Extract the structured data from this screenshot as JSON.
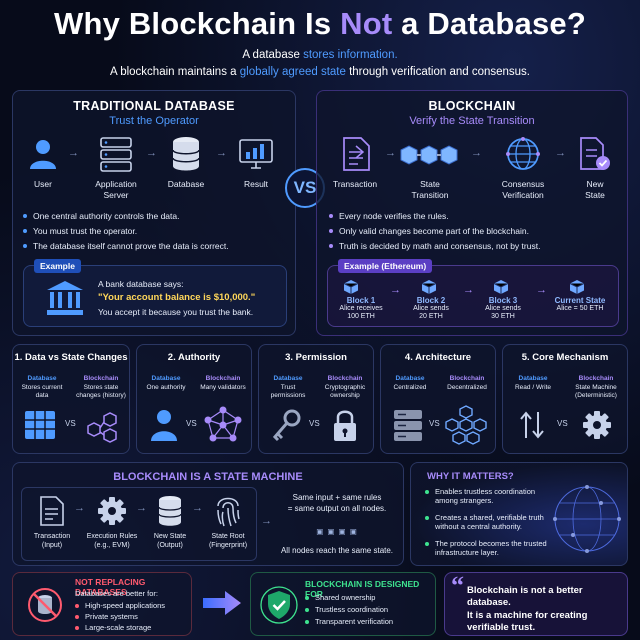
{
  "title": {
    "pre": "Why Blockchain Is ",
    "highlight": "Not",
    "post": " a Database?"
  },
  "subtitle": {
    "line1_pre": "A database ",
    "line1_hl": "stores information.",
    "line2_pre": "A blockchain maintains a ",
    "line2_hl": "globally agreed state",
    "line2_post": " through verification and consensus."
  },
  "traditional": {
    "heading": "TRADITIONAL DATABASE",
    "subheading": "Trust the Operator",
    "flow": [
      "User",
      "Application\nServer",
      "Database",
      "Result"
    ],
    "bullets": [
      "One central authority controls the data.",
      "You must trust the operator.",
      "The database itself cannot prove the data is correct."
    ],
    "example": {
      "tag": "Example",
      "line1": "A bank database says:",
      "quote": "\"Your account balance is $10,000.\"",
      "line3": "You accept it because you trust the bank."
    }
  },
  "vs": "VS",
  "blockchain": {
    "heading": "BLOCKCHAIN",
    "subheading": "Verify the State Transition",
    "flow": [
      "Transaction",
      "State\nTransition",
      "Consensus\nVerification",
      "New\nState"
    ],
    "bullets": [
      "Every node verifies the rules.",
      "Only valid changes become part of the blockchain.",
      "Truth is decided by math and consensus, not by trust."
    ],
    "example": {
      "tag": "Example (Ethereum)",
      "blocks": [
        {
          "title": "Block 1",
          "text": "Alice receives\n100 ETH"
        },
        {
          "title": "Block 2",
          "text": "Alice sends\n20 ETH"
        },
        {
          "title": "Block 3",
          "text": "Alice sends\n30 ETH"
        },
        {
          "title": "Current State",
          "text": "Alice = 50 ETH"
        }
      ]
    }
  },
  "cards": [
    {
      "title": "1. Data vs State Changes",
      "left_h": "Database",
      "left_t": "Stores current\ndata",
      "right_h": "Blockchain",
      "right_t": "Stores state\nchanges (history)"
    },
    {
      "title": "2. Authority",
      "left_h": "Database",
      "left_t": "One authority",
      "right_h": "Blockchain",
      "right_t": "Many validators"
    },
    {
      "title": "3. Permission",
      "left_h": "Database",
      "left_t": "Trust\npermissions",
      "right_h": "Blockchain",
      "right_t": "Cryptographic\nownership"
    },
    {
      "title": "4. Architecture",
      "left_h": "Database",
      "left_t": "Centralized",
      "right_h": "Blockchain",
      "right_t": "Decentralized"
    },
    {
      "title": "5. Core Mechanism",
      "left_h": "Database",
      "left_t": "Read / Write",
      "right_h": "Blockchain",
      "right_t": "State Machine\n(Deterministic)"
    }
  ],
  "card_vs": "VS",
  "state_machine": {
    "heading": "BLOCKCHAIN IS A STATE MACHINE",
    "steps": [
      "Transaction\n(Input)",
      "Execution Rules\n(e.g., EVM)",
      "New State\n(Output)",
      "State Root\n(Fingerprint)"
    ],
    "rule": "Same input + same rules\n= same output on all nodes.",
    "result": "All nodes reach the same state."
  },
  "why": {
    "heading": "WHY IT MATTERS?",
    "bullets": [
      "Enables trustless coordination\namong strangers.",
      "Creates a shared, verifiable truth\nwithout a central authority.",
      "The protocol becomes the trusted\ninfrastructure layer."
    ]
  },
  "not_replacing": {
    "heading": "NOT REPLACING DATABASES",
    "intro": "Databases are better for:",
    "bullets": [
      "High-speed applications",
      "Private systems",
      "Large-scale storage"
    ]
  },
  "designed_for": {
    "heading": "BLOCKCHAIN IS DESIGNED FOR",
    "bullets": [
      "Shared ownership",
      "Trustless coordination",
      "Transparent verification"
    ]
  },
  "quote": {
    "mark": "“",
    "text": "Blockchain is not a better database.\nIt is a machine for creating\nverifiable trust."
  },
  "colors": {
    "accent_blue": "#4f9bff",
    "accent_purple": "#a78bfa",
    "accent_red": "#ff5a6e",
    "accent_green": "#3ee38f",
    "background": "#070b1a"
  }
}
